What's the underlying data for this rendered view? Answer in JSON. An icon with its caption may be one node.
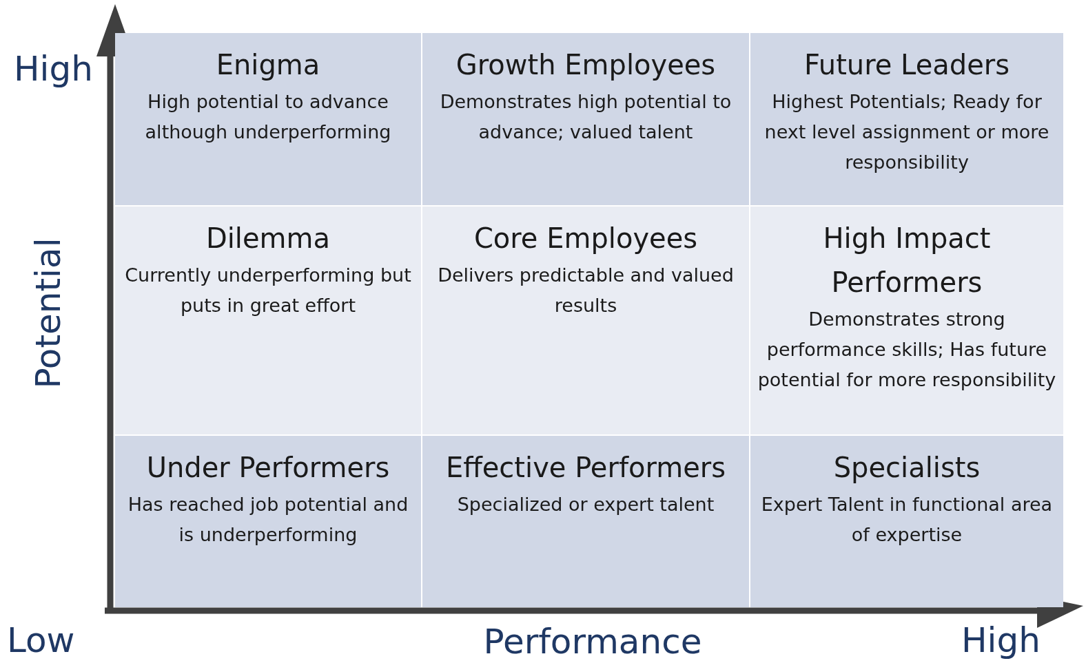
{
  "diagram": {
    "nodes": [
      {
        "text": [
          "Enigma",
          "High potential to advance although underperforming"
        ]
      },
      {
        "text": [
          "Growth Employees",
          "Demonstrates high potential to advance; valued talent"
        ]
      },
      {
        "text": [
          "Future Leaders",
          "Highest Potentials; Ready for next level assignment or more responsibility"
        ]
      },
      {
        "text": [
          "Dilemma",
          "Currently underperforming but puts in great effort"
        ]
      },
      {
        "text": [
          "Core Employees",
          "Delivers predictable and valued results"
        ]
      },
      {
        "text": [
          "High Impact Performers",
          "Demonstrates strong performance skills; Has future potential for more responsibility"
        ]
      },
      {
        "text": [
          "Under Performers",
          "Has reached job potential and is underperforming"
        ]
      },
      {
        "text": [
          "Effective Performers",
          "Specialized or expert talent"
        ]
      },
      {
        "text": [
          "Specialists",
          "Expert Talent in functional area of expertise"
        ]
      }
    ],
    "labels": [
      "High",
      "Potential",
      "Low",
      "Performance",
      "High"
    ]
  }
}
